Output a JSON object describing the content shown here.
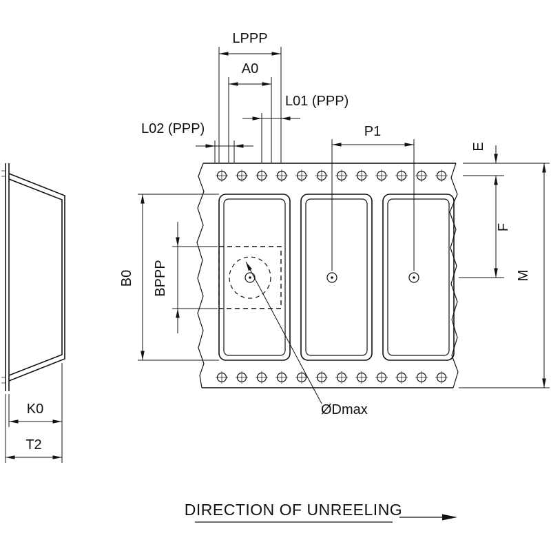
{
  "drawing": {
    "title": "carrier-tape-dimension-drawing",
    "dimensions": {
      "lppp": "LPPP",
      "a0": "A0",
      "l01": "L01 (PPP)",
      "l02": "L02 (PPP)",
      "p1": "P1",
      "e": "E",
      "f": "F",
      "m": "M",
      "b0": "B0",
      "bppp": "BPPP",
      "k0": "K0",
      "t2": "T2",
      "dmax": "ØDmax"
    },
    "footer": {
      "direction_label": "DIRECTION OF UNREELING"
    },
    "colors": {
      "line": "#111111",
      "background": "#ffffff"
    }
  }
}
